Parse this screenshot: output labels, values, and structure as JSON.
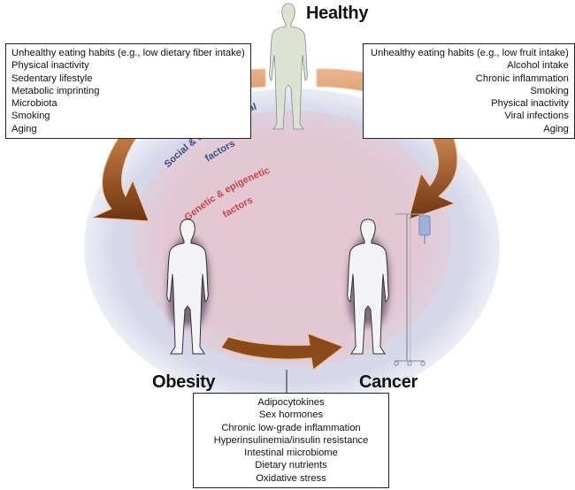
{
  "title": "Healthy → Obesity → Cancer",
  "states": {
    "healthy": "Healthy",
    "obesity": "Obesity",
    "cancer": "Cancer"
  },
  "circles": {
    "outer_label_line1": "Social & environmental",
    "outer_label_line2": "factors",
    "inner_label_line1": "Genetic & epigenetic",
    "inner_label_line2": "factors"
  },
  "colors": {
    "outer_circle": "#d9daea",
    "inner_circle": "#e6c8d2",
    "arrow_dark": "#7a3e12",
    "arrow_light": "#e8a77a",
    "social_text": "#3a4d86",
    "genetic_text": "#c8454a",
    "healthy_figure": "#dde3d2"
  },
  "boxes": {
    "healthy_to_obesity": [
      "Unhealthy eating habits (e.g., low dietary fiber intake)",
      "Physical inactivity",
      "Sedentary lifestyle",
      "Metabolic imprinting",
      "Microbiota",
      "Smoking",
      "Aging"
    ],
    "healthy_to_cancer": [
      "Unhealthy eating habits (e.g., low fruit intake)",
      "Alcohol intake",
      "Chronic inflammation",
      "Smoking",
      "Physical inactivity",
      "Viral infections",
      "Aging"
    ],
    "obesity_to_cancer": [
      "Adipocytokines",
      "Sex hormones",
      "Chronic low-grade inflammation",
      "Hyperinsulinemia/insulin resistance",
      "Intestinal microbiome",
      "Dietary nutrients",
      "Oxidative stress"
    ]
  }
}
